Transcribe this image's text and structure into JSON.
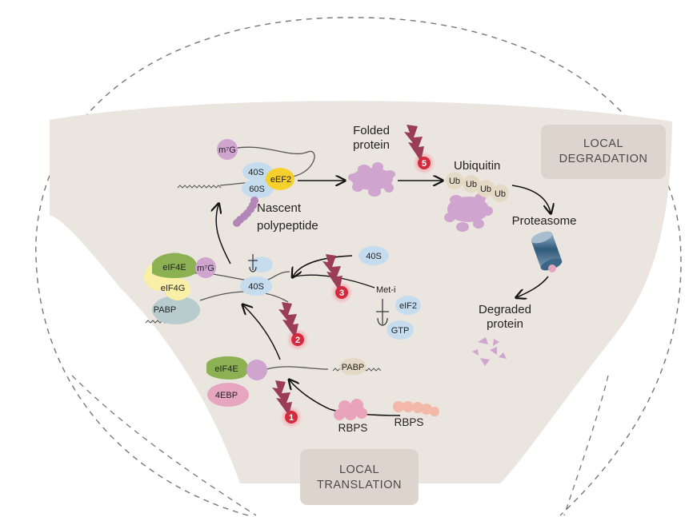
{
  "labels": {
    "local_degradation": [
      "LOCAL",
      "DEGRADATION"
    ],
    "local_translation": [
      "LOCAL",
      "TRANSLATION"
    ],
    "folded_protein": [
      "Folded",
      "protein"
    ],
    "ubiquitin": "Ubiquitin",
    "ub": "Ub",
    "proteasome": "Proteasome",
    "degraded_protein": [
      "Degraded",
      "protein"
    ],
    "nascent_polypeptide": [
      "Nascent",
      "polypeptide"
    ],
    "m7g": "m⁷G",
    "s40": "40S",
    "s60": "60S",
    "eef2": "eEF2",
    "eif4e": "eIF4E",
    "eif4g": "eIF4G",
    "pabp": "PABP",
    "four_ebp": "4EBP",
    "rbps": "RBPS",
    "met_i": "Met-i",
    "eif2": "eIF2",
    "gtp": "GTP"
  },
  "markers": [
    "1",
    "2",
    "3",
    "5"
  ],
  "colors": {
    "region_fill": "#ebe5df",
    "box_fill": "#ddd5cd",
    "purple": "#cfa4cf",
    "light_blue": "#c5dcef",
    "yellow": "#f6d02d",
    "green": "#8bb152",
    "pale_yellow": "#faefa7",
    "pink": "#e7a6c0",
    "marker_red": "#d32a3e",
    "lightning": "#9c3d56"
  }
}
